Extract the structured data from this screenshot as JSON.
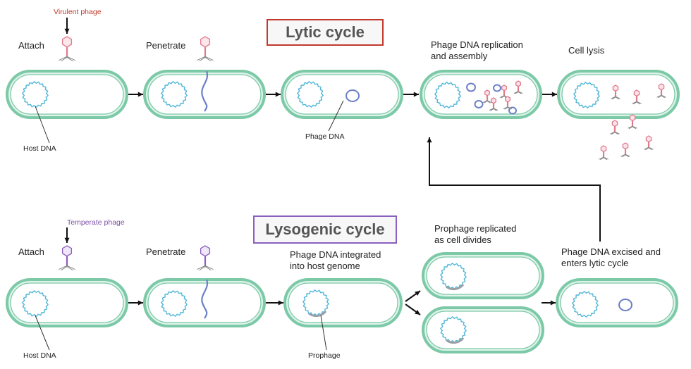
{
  "titles": {
    "lytic": "Lytic cycle",
    "lysogenic": "Lysogenic cycle"
  },
  "phages": {
    "virulent": "Virulent phage",
    "temperate": "Temperate phage"
  },
  "lytic_steps": {
    "attach": "Attach",
    "penetrate": "Penetrate",
    "replication": "Phage DNA replication\nand assembly",
    "lysis": "Cell lysis"
  },
  "lysogenic_steps": {
    "attach": "Attach",
    "penetrate": "Penetrate",
    "integrated": "Phage DNA integrated\ninto host genome",
    "replicated": "Prophage replicated\nas cell divides",
    "excised": "Phage DNA excised and\nenters lytic cycle"
  },
  "annotations": {
    "host_dna_top": "Host DNA",
    "phage_dna": "Phage DNA",
    "host_dna_bottom": "Host DNA",
    "prophage": "Prophage"
  },
  "colors": {
    "cell_outer": "#7cc9a8",
    "cell_inner": "#dff3ea",
    "host_dna": "#4fb6d8",
    "phage_dna": "#6b7fc9",
    "virulent": "#e07b8e",
    "temperate": "#8b5fbf",
    "arrow": "#111111"
  }
}
